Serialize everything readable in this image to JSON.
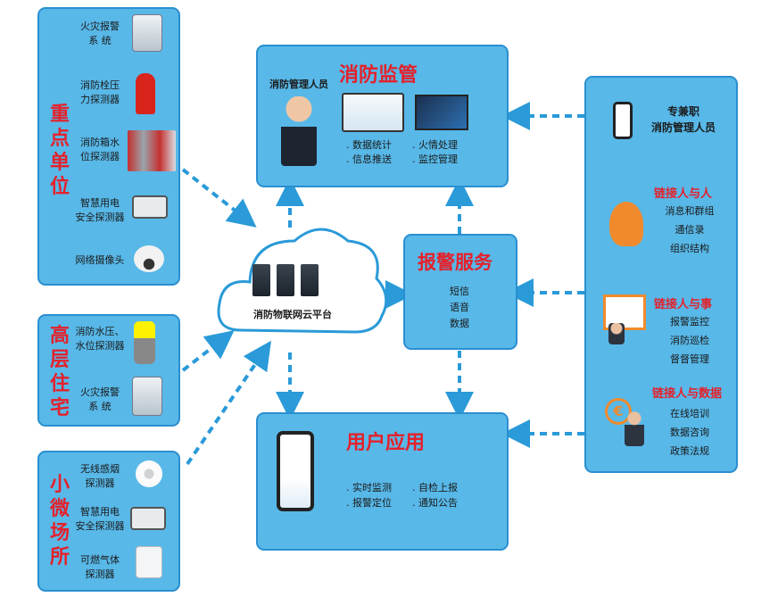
{
  "left": {
    "group1": {
      "title": "重点单位",
      "items": [
        {
          "label": "火灾报警\n系  统",
          "icon": "alarm-panel-icon"
        },
        {
          "label": "消防栓压\n力探测器",
          "icon": "hydrant-icon"
        },
        {
          "label": "消防箱水\n位探测器",
          "icon": "water-tank-icon"
        },
        {
          "label": "智慧用电\n安全探测器",
          "icon": "electric-meter-icon"
        },
        {
          "label": "网络摄像头",
          "icon": "dome-camera-icon"
        }
      ]
    },
    "group2": {
      "title": "高层住宅",
      "items": [
        {
          "label": "消防水压、\n水位探测器",
          "icon": "pressure-sensor-icon"
        },
        {
          "label": "火灾报警\n系  统",
          "icon": "alarm-panel-icon"
        }
      ]
    },
    "group3": {
      "title": "小微场所",
      "items": [
        {
          "label": "无线感烟\n探测器",
          "icon": "smoke-detector-icon"
        },
        {
          "label": "智慧用电\n安全探测器",
          "icon": "electric-meter-icon"
        },
        {
          "label": "可燃气体\n探测器",
          "icon": "gas-detector-icon"
        }
      ]
    }
  },
  "cloud": {
    "label": "消防物联网云平台"
  },
  "supervision": {
    "title": "消防监管",
    "person_label": "消防管理人员",
    "features": [
      ". 数据统计",
      ". 信息推送",
      ". 火情处理",
      ". 监控管理"
    ]
  },
  "alarm": {
    "title": "报警服务",
    "items": [
      "短信",
      "语音",
      "数据"
    ]
  },
  "user_app": {
    "title": "用户应用",
    "features": [
      ". 实时监测",
      ". 报警定位",
      ". 自检上报",
      ". 通知公告"
    ]
  },
  "right": {
    "header": "专兼职\n消防管理人员",
    "sections": [
      {
        "title": "链接人与人",
        "items": [
          "消息和群组",
          "通信录",
          "组织结构"
        ]
      },
      {
        "title": "链接人与事",
        "items": [
          "报警监控",
          "消防巡检",
          "督督管理"
        ]
      },
      {
        "title": "链接人与数据",
        "items": [
          "在线培训",
          "数据咨询",
          "政策法规"
        ]
      }
    ]
  },
  "colors": {
    "panel": "#58b8e8",
    "border": "#2a8fd0",
    "accent_red": "#e4212b",
    "arrow": "#2a9ad8"
  }
}
